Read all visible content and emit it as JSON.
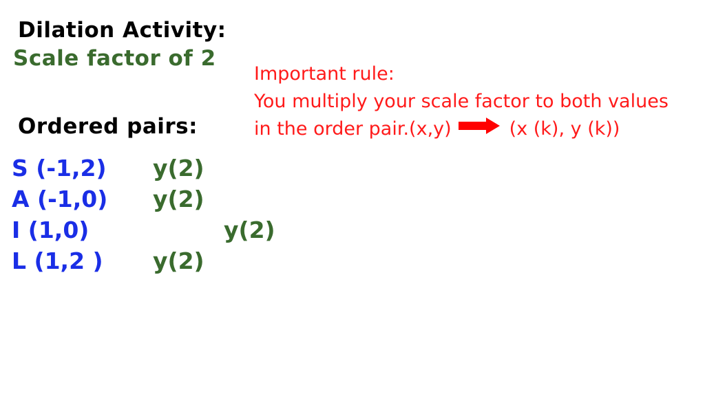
{
  "title": "Dilation Activity:",
  "subtitle": "Scale factor of 2",
  "section_label": "Ordered pairs:",
  "rule": {
    "heading": "Important rule:",
    "line1": "You multiply your scale factor to both values",
    "line2_before": "in the order pair.(x,y)",
    "line2_after": "(x (k), y (k))",
    "arrow_icon": "right-arrow-icon",
    "color": "#ff1a1a"
  },
  "pairs": [
    {
      "point": "S (-1,2)",
      "mult": "y(2)"
    },
    {
      "point": "A (-1,0)",
      "mult": "y(2)"
    },
    {
      "point": "I (1,0)",
      "mult": "y(2)"
    },
    {
      "point": "L (1,2 )",
      "mult": "y(2)"
    }
  ],
  "colors": {
    "point": "#1a2ee6",
    "mult": "#3a6b2e",
    "heading": "#000000",
    "subtitle": "#3a6b2e"
  }
}
